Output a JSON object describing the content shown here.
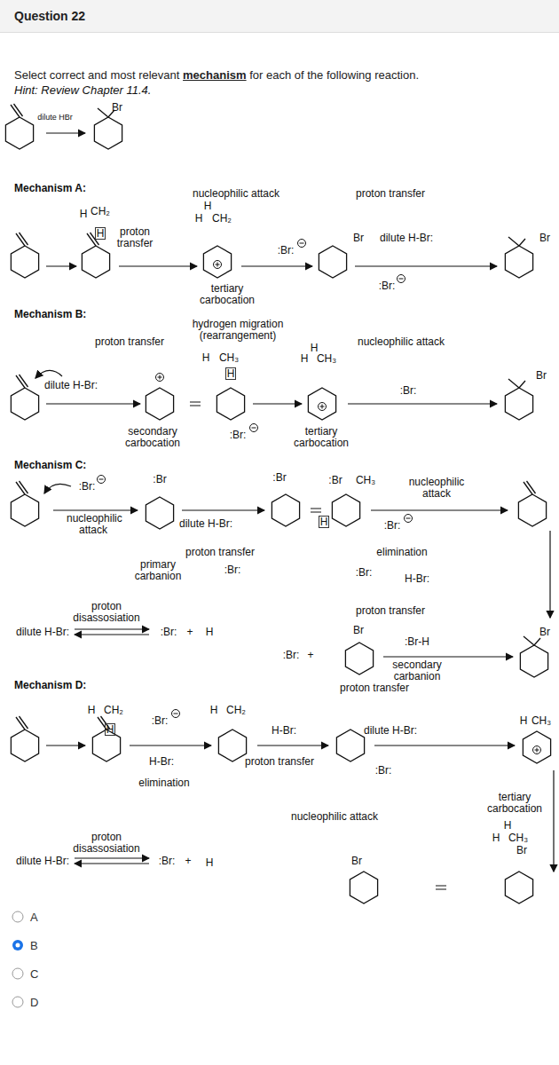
{
  "diagram": {
    "title": "Question 22",
    "labels": [
      "Select correct and most relevant",
      "mechanism",
      "for each of the following reaction.",
      "Hint: Review Chapter 11.4.",
      "dilute HBr",
      "Br",
      "Mechanism A:",
      "H",
      "CH₂",
      "H",
      "proton transfer",
      "nucleophilic attack",
      "H",
      "H",
      "CH₂",
      "tertiary carbocation",
      ":Br:",
      "proton transfer",
      "Br",
      "dilute H-Br:",
      ":Br:",
      "Br",
      "Mechanism B:",
      "proton transfer",
      "hydrogen migration (rearrangement)",
      "nucleophilic attack",
      "dilute H-Br:",
      "H",
      "CH₃",
      "H",
      "H",
      "H",
      "CH₃",
      ":Br:",
      "Br",
      "secondary carbocation",
      ":Br:",
      "tertiary carbocation",
      "Mechanism C:",
      ":Br:",
      ":Br",
      ":Br",
      ":Br",
      "CH₃",
      "nucleophilic attack",
      "nucleophilic attack",
      "dilute H-Br:",
      ":Br:",
      "H",
      "proton transfer",
      "elimination",
      "primary carbanion",
      ":Br:",
      ":Br:",
      "H-Br:",
      "proton disassosiation",
      "proton transfer",
      "dilute H-Br:",
      ":Br:",
      "+",
      "H",
      "Br",
      ":Br-H",
      "Br",
      ":Br:",
      "+",
      "secondary carbanion",
      "Mechanism D:",
      "proton transfer",
      "H",
      "CH₂",
      ":Br:",
      "H",
      "CH₂",
      "H",
      "CH₃",
      "H-Br:",
      "dilute H-Br:",
      "H",
      "H-Br:",
      "proton transfer",
      ":Br:",
      "elimination",
      "nucleophilic attack",
      "tertiary carbocation",
      "H",
      "H",
      "CH₃",
      "Br",
      "proton disassosiation",
      "dilute H-Br:",
      ":Br:",
      "+",
      "H",
      "Br",
      "A",
      "B",
      "C",
      "D"
    ]
  }
}
